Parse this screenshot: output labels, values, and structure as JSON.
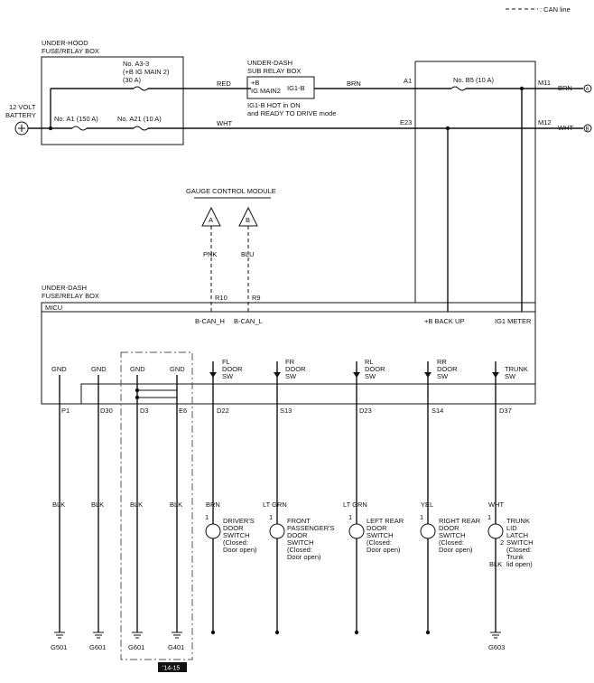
{
  "legend": {
    "can_line": ": CAN line"
  },
  "battery": {
    "label1": "12 VOLT",
    "label2": "BATTERY"
  },
  "under_hood": {
    "title1": "UNDER-HOOD",
    "title2": "FUSE/RELAY BOX",
    "fuse_a3_1": "No. A3-3",
    "fuse_a3_2": "(+B IG MAIN 2)",
    "fuse_a3_3": "(30 A)",
    "fuse_a1": "No. A1 (150 A)",
    "fuse_a21": "No. A21 (10 A)"
  },
  "sub_relay": {
    "title1": "UNDER-DASH",
    "title2": "SUB RELAY BOX",
    "inner1": "+B",
    "inner2": "IG MAIN2",
    "out": "IG1-B",
    "note1": "IG1-B HOT in ON",
    "note2": "and READY TO DRIVE mode"
  },
  "wires": {
    "red": "RED",
    "brn1": "BRN",
    "wht1": "WHT",
    "brn2": "BRN",
    "wht2": "WHT"
  },
  "connectors": {
    "a1": "A1",
    "e23": "E23",
    "m11": "M11",
    "m12": "M12",
    "r10": "R10",
    "r9": "R9"
  },
  "fuse_b5": "No. B5 (10 A)",
  "offpage": {
    "a": "A",
    "b": "B"
  },
  "gauge": {
    "title": "GAUGE CONTROL MODULE",
    "a": "A",
    "b": "B",
    "pnk": "PNK",
    "blu": "BLU"
  },
  "dash_box": {
    "title1": "UNDER-DASH",
    "title2": "FUSE/RELAY BOX",
    "micu": "MICU",
    "bcan_h": "B-CAN_H",
    "bcan_l": "B-CAN_L",
    "backup": "+B BACK UP",
    "ig1meter": "IG1 METER"
  },
  "grounds_top": [
    "GND",
    "GND",
    "GND",
    "GND"
  ],
  "pins_gnd": [
    "P1",
    "D30",
    "D3",
    "E6"
  ],
  "switch_inputs": [
    {
      "l1": "FL",
      "l2": "DOOR",
      "l3": "SW",
      "pin": "D22"
    },
    {
      "l1": "FR",
      "l2": "DOOR",
      "l3": "SW",
      "pin": "S13"
    },
    {
      "l1": "RL",
      "l2": "DOOR",
      "l3": "SW",
      "pin": "D23"
    },
    {
      "l1": "RR",
      "l2": "DOOR",
      "l3": "SW",
      "pin": "S14"
    },
    {
      "l1": "TRUNK",
      "l2": "SW",
      "l3": "",
      "pin": "D37"
    }
  ],
  "gnd_wire_colors": [
    "BLK",
    "BLK",
    "BLK",
    "BLK"
  ],
  "switch_wire_colors": [
    "BRN",
    "LT GRN",
    "LT GRN",
    "YEL",
    "WHT"
  ],
  "switches": [
    {
      "num": "1",
      "lines": [
        "DRIVER'S",
        "DOOR",
        "SWITCH",
        "(Closed:",
        "Door open)"
      ]
    },
    {
      "num": "1",
      "lines": [
        "FRONT",
        "PASSENGER'S",
        "DOOR",
        "SWITCH",
        "(Closed:",
        "Door open)"
      ]
    },
    {
      "num": "1",
      "lines": [
        "LEFT REAR",
        "DOOR",
        "SWITCH",
        "(Closed:",
        "Door open)"
      ]
    },
    {
      "num": "1",
      "lines": [
        "RIGHT REAR",
        "DOOR",
        "SWITCH",
        "(Closed:",
        "Door open)"
      ]
    },
    {
      "num": "1",
      "num2": "2",
      "lines": [
        "TRUNK",
        "LID",
        "LATCH",
        "SWITCH",
        "(Closed:",
        "Trunk",
        "lid open)"
      ]
    }
  ],
  "trunk_gnd_color": "BLK",
  "ground_labels": [
    "G501",
    "G601",
    "G601",
    "G401",
    "G603"
  ],
  "year_tag": "'14-15"
}
